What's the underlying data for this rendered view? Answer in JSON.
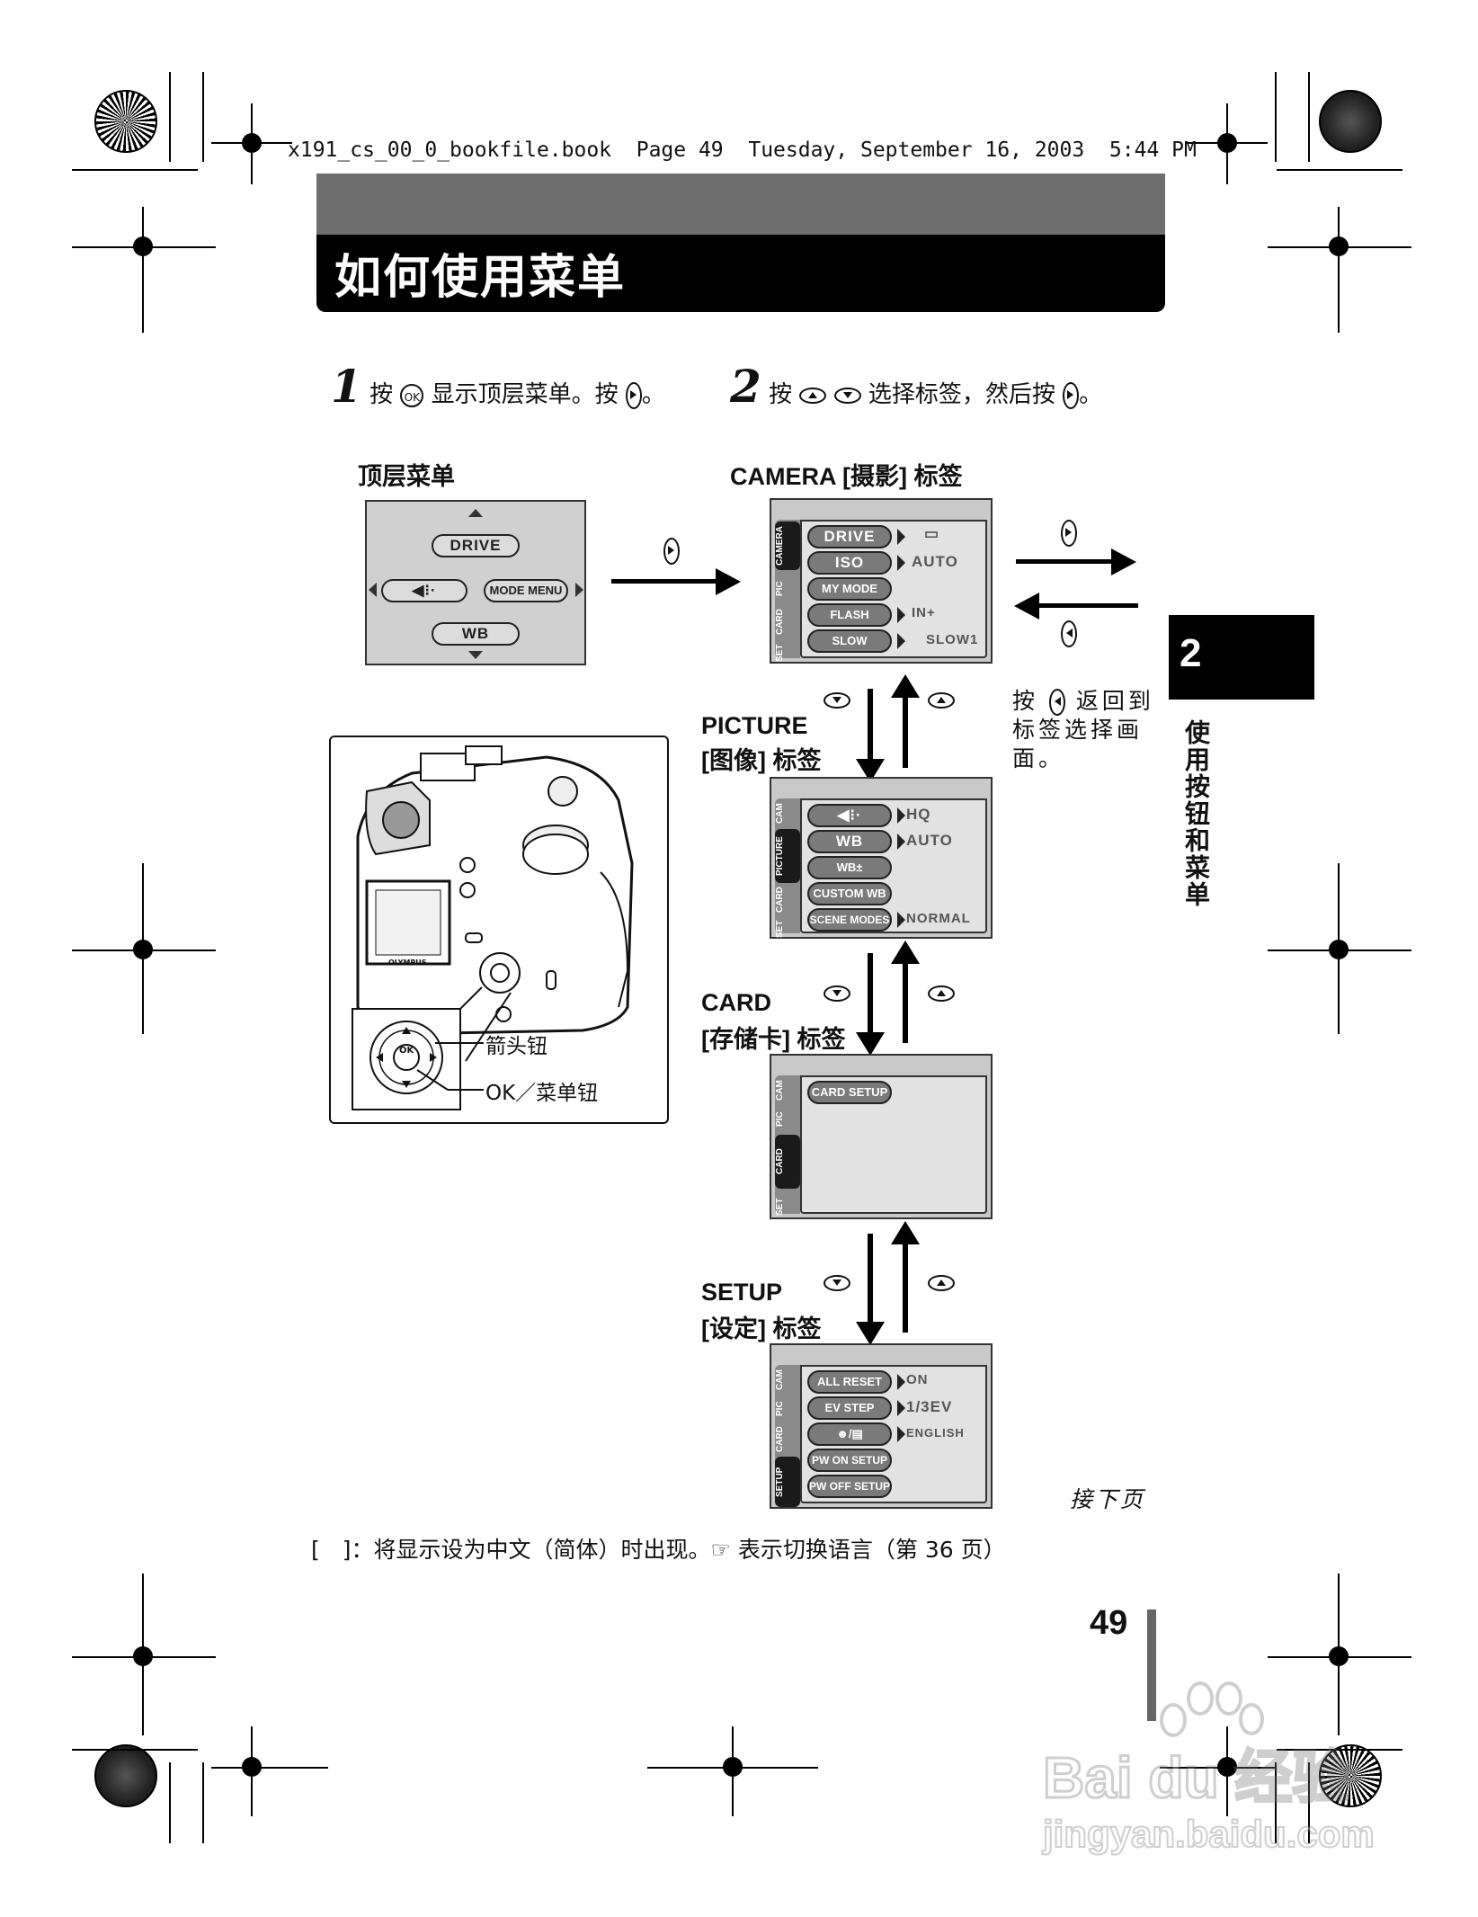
{
  "file_header": "x191_cs_00_0_bookfile.book  Page 49  Tuesday, September 16, 2003  5:44 PM",
  "title": "如何使用菜单",
  "step1": {
    "num": "1",
    "text_a": "按",
    "text_b": "显示顶层菜单。按",
    "text_c": "。"
  },
  "step2": {
    "num": "2",
    "text_a": "按",
    "text_b": "选择标签，然后按",
    "text_c": "。"
  },
  "ok_glyph": "OK",
  "top_menu": {
    "label": "顶层菜单",
    "buttons": {
      "top": "DRIVE",
      "left": "◀⁝·",
      "right": "MODE MENU",
      "bottom": "WB"
    }
  },
  "camera_tab": {
    "label": "CAMERA [摄影] 标签",
    "tabs": [
      "CAMERA",
      "PIC",
      "CARD",
      "SET"
    ],
    "rows": [
      {
        "item": "DRIVE",
        "value": "▭"
      },
      {
        "item": "ISO",
        "value": "AUTO"
      },
      {
        "item": "MY MODE",
        "value": ""
      },
      {
        "item": "FLASH",
        "value": "IN+"
      },
      {
        "item": "SLOW",
        "value": "SLOW1"
      }
    ]
  },
  "picture_tab": {
    "label1": "PICTURE",
    "label2": "[图像] 标签",
    "tabs": [
      "CAM",
      "PICTURE",
      "CARD",
      "SET"
    ],
    "rows": [
      {
        "item": "◀⁝·",
        "value": "HQ"
      },
      {
        "item": "WB",
        "value": "AUTO"
      },
      {
        "item": "WB±",
        "value": ""
      },
      {
        "item": "CUSTOM WB",
        "value": ""
      },
      {
        "item": "SCENE MODES",
        "value": "NORMAL"
      }
    ]
  },
  "card_tab": {
    "label1": "CARD",
    "label2": "[存储卡] 标签",
    "tabs": [
      "CAM",
      "PIC",
      "CARD",
      "SET"
    ],
    "rows": [
      {
        "item": "CARD SETUP",
        "value": ""
      }
    ]
  },
  "setup_tab": {
    "label1": "SETUP",
    "label2": "[设定] 标签",
    "tabs": [
      "CAM",
      "PIC",
      "CARD",
      "SETUP"
    ],
    "rows": [
      {
        "item": "ALL RESET",
        "value": "ON"
      },
      {
        "item": "EV STEP",
        "value": "1/3EV"
      },
      {
        "item": "☻/▤",
        "value": "ENGLISH"
      },
      {
        "item": "PW ON SETUP",
        "value": ""
      },
      {
        "item": "PW OFF SETUP",
        "value": ""
      }
    ]
  },
  "back_note": {
    "a": "按",
    "b": "返回到",
    "c": "标签选择画",
    "d": "面。"
  },
  "camera_callouts": {
    "arrow_btn": "箭头钮",
    "ok_btn": "OK／菜单钮",
    "brand": "OLYMPUS"
  },
  "chapter": {
    "number": "2",
    "title": "使用按钮和菜单"
  },
  "continue": "接下页",
  "footnote": "[　]：将显示设为中文（简体）时出现。☞ 表示切换语言（第 36 页）",
  "page_number": "49",
  "watermark": {
    "line1": "Bai du 经验",
    "line2": "jingyan.baidu.com"
  }
}
